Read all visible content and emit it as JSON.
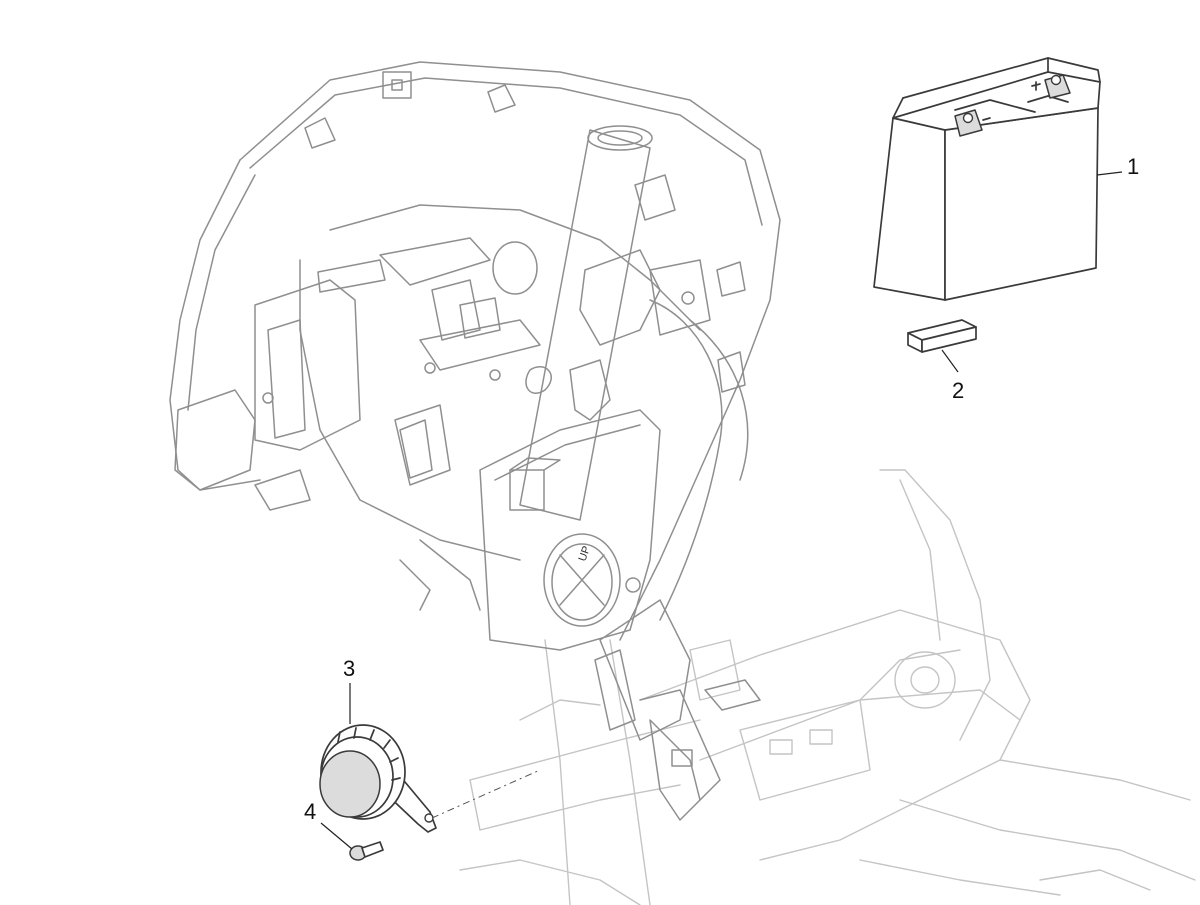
{
  "callouts": [
    {
      "label": "1"
    },
    {
      "label": "2"
    },
    {
      "label": "3"
    },
    {
      "label": "4"
    }
  ],
  "frame_marking": "UP"
}
